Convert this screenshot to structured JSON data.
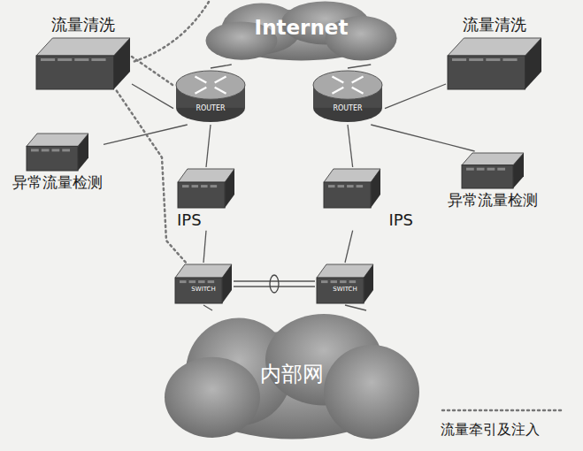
{
  "diagram": {
    "nodes": [
      {
        "text": [
          "流量清洗"
        ]
      },
      {
        "text": [
          "Internet"
        ]
      },
      {
        "text": [
          "流量清洗"
        ]
      },
      {
        "text": [
          "ROUTER"
        ]
      },
      {
        "text": [
          "ROUTER"
        ]
      },
      {
        "text": [
          "异常流量检测"
        ]
      },
      {
        "text": [
          "异常流量检测"
        ]
      },
      {
        "text": [
          "IPS"
        ]
      },
      {
        "text": [
          "IPS"
        ]
      },
      {
        "text": [
          "SWITCH"
        ]
      },
      {
        "text": [
          "SWITCH"
        ]
      },
      {
        "text": [
          "内部网"
        ]
      }
    ],
    "edges": [
      {
        "from": 1,
        "to": 3,
        "arrow": "none"
      },
      {
        "from": 1,
        "to": 4,
        "arrow": "none"
      },
      {
        "from": 3,
        "to": 0,
        "arrow": "none"
      },
      {
        "from": 3,
        "to": 5,
        "arrow": "none"
      },
      {
        "from": 4,
        "to": 2,
        "arrow": "none"
      },
      {
        "from": 4,
        "to": 6,
        "arrow": "none"
      },
      {
        "from": 3,
        "to": 7,
        "arrow": "none"
      },
      {
        "from": 4,
        "to": 8,
        "arrow": "none"
      },
      {
        "from": 7,
        "to": 9,
        "arrow": "none"
      },
      {
        "from": 8,
        "to": 10,
        "arrow": "none"
      },
      {
        "from": 9,
        "to": 10,
        "arrow": "none"
      },
      {
        "from": 9,
        "to": 11,
        "arrow": "none"
      },
      {
        "from": 10,
        "to": 11,
        "arrow": "none"
      },
      {
        "from": 0,
        "to": 3,
        "arrow": "none"
      },
      {
        "from": 0,
        "to": 9,
        "arrow": "none"
      }
    ],
    "legend": [
      {
        "text": "流量牵引及注入"
      }
    ]
  }
}
